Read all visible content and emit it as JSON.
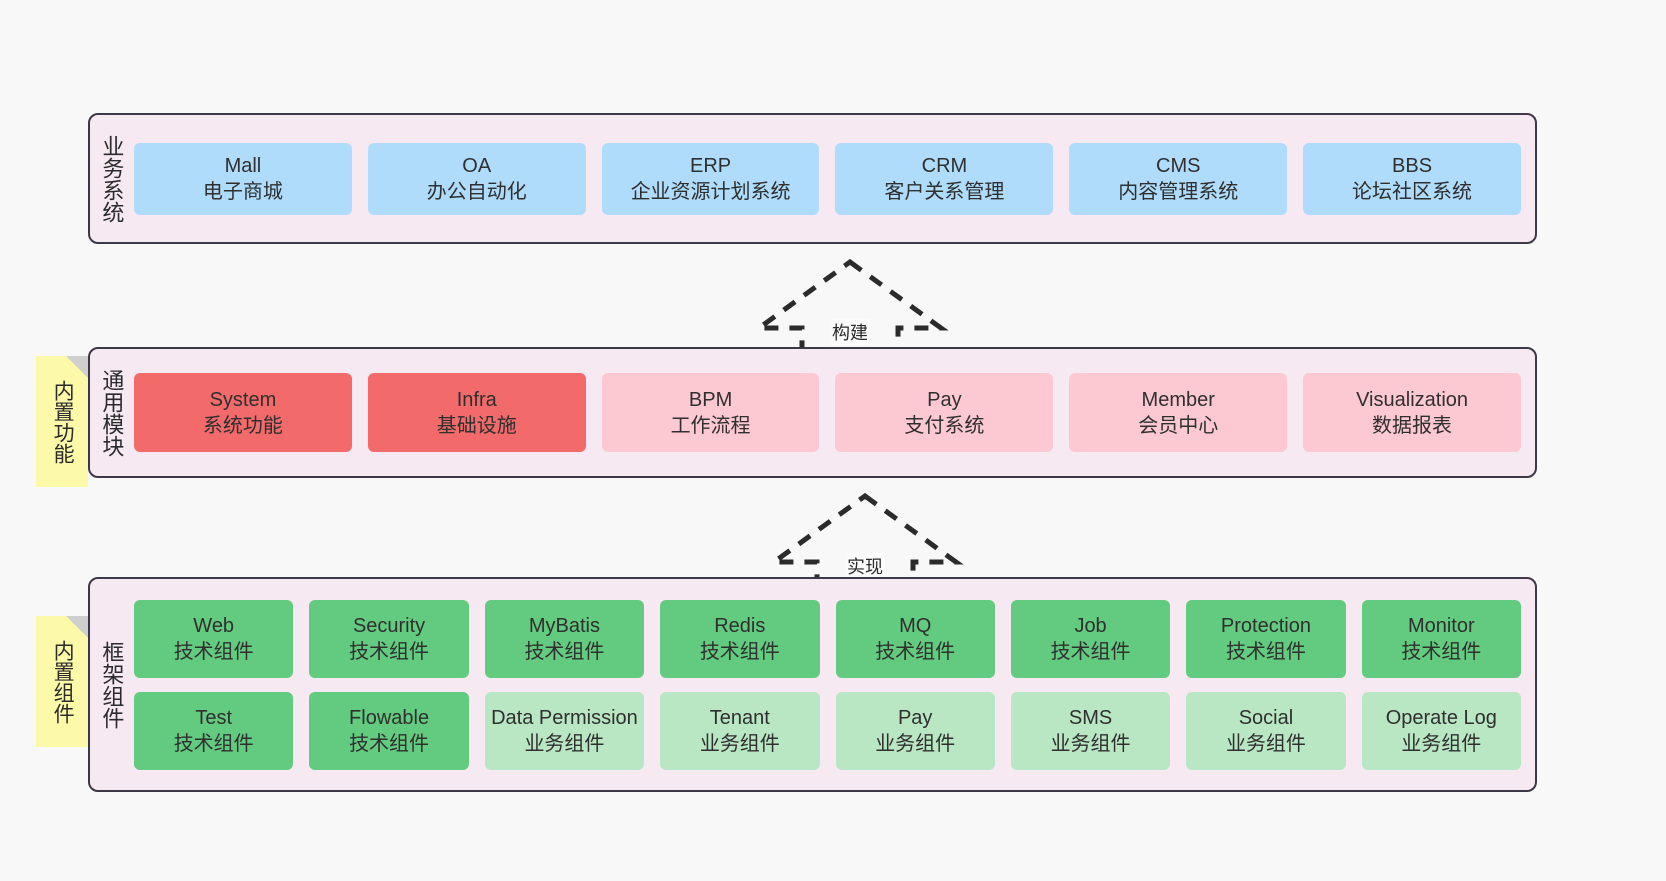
{
  "diagram": {
    "title": "ruoyi-vue-pro architecture layers",
    "colors": {
      "background": "#f8f8f8",
      "layer_fill": "#f7e9f2",
      "layer_border": "#3d3846",
      "note_fill": "#fcfaa8",
      "note_fold": "#cfcfcf",
      "blue": "#afdcfb",
      "red": "#f26a6a",
      "pink": "#fcc9d3",
      "green": "#63cb80",
      "green_light": "#b9e7c4"
    }
  },
  "layers": {
    "business": {
      "title": "业务系统",
      "cards": [
        {
          "en": "Mall",
          "cn": "电子商城"
        },
        {
          "en": "OA",
          "cn": "办公自动化"
        },
        {
          "en": "ERP",
          "cn": "企业资源计划系统"
        },
        {
          "en": "CRM",
          "cn": "客户关系管理"
        },
        {
          "en": "CMS",
          "cn": "内容管理系统"
        },
        {
          "en": "BBS",
          "cn": "论坛社区系统"
        }
      ]
    },
    "common": {
      "title": "通用模块",
      "note": "内置功能",
      "cards": [
        {
          "en": "System",
          "cn": "系统功能"
        },
        {
          "en": "Infra",
          "cn": "基础设施"
        },
        {
          "en": "BPM",
          "cn": "工作流程"
        },
        {
          "en": "Pay",
          "cn": "支付系统"
        },
        {
          "en": "Member",
          "cn": "会员中心"
        },
        {
          "en": "Visualization",
          "cn": "数据报表"
        }
      ]
    },
    "framework": {
      "title": "框架组件",
      "note": "内置组件",
      "row1": [
        {
          "en": "Web",
          "cn": "技术组件"
        },
        {
          "en": "Security",
          "cn": "技术组件"
        },
        {
          "en": "MyBatis",
          "cn": "技术组件"
        },
        {
          "en": "Redis",
          "cn": "技术组件"
        },
        {
          "en": "MQ",
          "cn": "技术组件"
        },
        {
          "en": "Job",
          "cn": "技术组件"
        },
        {
          "en": "Protection",
          "cn": "技术组件"
        },
        {
          "en": "Monitor",
          "cn": "技术组件"
        }
      ],
      "row2": [
        {
          "en": "Test",
          "cn": "技术组件"
        },
        {
          "en": "Flowable",
          "cn": "技术组件"
        },
        {
          "en": "Data Permission",
          "cn": "业务组件"
        },
        {
          "en": "Tenant",
          "cn": "业务组件"
        },
        {
          "en": "Pay",
          "cn": "业务组件"
        },
        {
          "en": "SMS",
          "cn": "业务组件"
        },
        {
          "en": "Social",
          "cn": "业务组件"
        },
        {
          "en": "Operate Log",
          "cn": "业务组件"
        }
      ]
    }
  },
  "connectors": {
    "build": {
      "label": "构建"
    },
    "implement": {
      "label": "实现"
    }
  }
}
